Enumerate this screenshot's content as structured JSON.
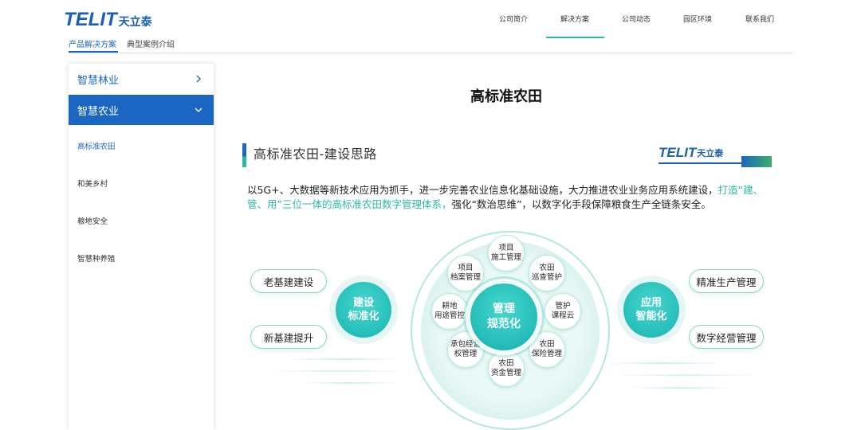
{
  "header": {
    "logo_text": "TELIT",
    "logo_cn": "天立泰",
    "nav": [
      "公司简介",
      "解决方案",
      "公司动态",
      "园区环境",
      "联系我们"
    ],
    "active_nav": "解决方案"
  },
  "subtabs": [
    "产品解决方案",
    "典型案例介绍"
  ],
  "sidebar": {
    "sections": [
      {
        "label": "智慧林业",
        "expanded": false
      },
      {
        "label": "智慧农业",
        "expanded": true
      }
    ],
    "items": [
      "高标准农田",
      "和美乡村",
      "粮地安全",
      "智慧种养殖"
    ],
    "active_item": "高标准农田"
  },
  "main": {
    "page_title": "高标准农田",
    "section_title": "高标准农田-建设思路",
    "logo_text": "TELIT",
    "logo_cn": "天立泰",
    "para_1": "以5G+、大数据等新技术应用为抓手，进一步完善农业信息化基础设施，大力推进农业业务应用系统建设，",
    "para_hl": "打造“建、管、用”三位一体的高标准农田数字管理体系，",
    "para_2": "强化“数治思维”，以数字化手段保障粮食生产全链条安全。"
  },
  "diagram": {
    "left_pills": [
      "老基建建设",
      "新基建提升"
    ],
    "left_circle_l1": "建设",
    "left_circle_l2": "标准化",
    "center_l1": "管理",
    "center_l2": "规范化",
    "nodes": [
      {
        "l1": "项目",
        "l2": "施工管理"
      },
      {
        "l1": "农田",
        "l2": "巡查管护"
      },
      {
        "l1": "管护",
        "l2": "课程云"
      },
      {
        "l1": "农田",
        "l2": "保险管理"
      },
      {
        "l1": "农田",
        "l2": "资金管理"
      },
      {
        "l1": "承包经营",
        "l2": "权管理"
      },
      {
        "l1": "耕地",
        "l2": "用途管控"
      },
      {
        "l1": "项目",
        "l2": "档案管理"
      }
    ],
    "right_circle_l1": "应用",
    "right_circle_l2": "智能化",
    "right_pills": [
      "精准生产管理",
      "数字经营管理"
    ]
  }
}
